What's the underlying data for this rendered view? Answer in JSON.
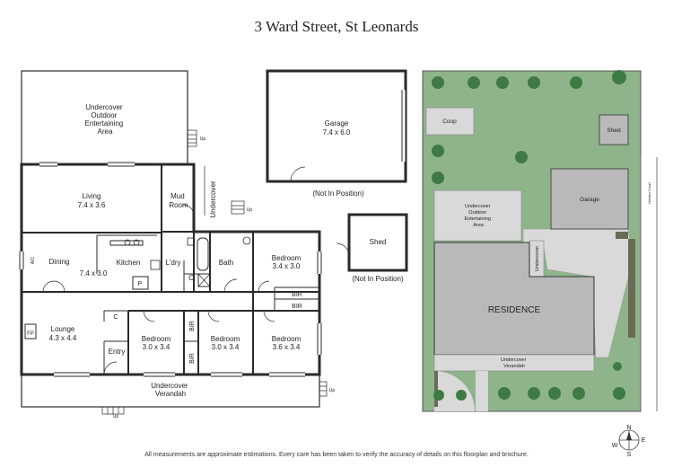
{
  "title": "3 Ward Street, St Leonards",
  "footer": "All measurements are approximate estimations. Every care has been taken to verify the accuracy of details on this floorplan and brochure.",
  "floorplan": {
    "outdoor": [
      "Undercover",
      "Outdoor",
      "Entertaining",
      "Area"
    ],
    "living": {
      "name": "Living",
      "size": "7.4 x 3.6"
    },
    "mud_room": [
      "Mud",
      "Room"
    ],
    "undercover_side": "Undercover",
    "dining": "Dining",
    "dining_size": "7.4 x 3.0",
    "kitchen": "Kitchen",
    "ac": "A/C",
    "pantry": "P",
    "laundry": "L'dry",
    "cupboard": "C",
    "bath": "Bath",
    "bedroom1": {
      "name": "Bedroom",
      "size": "3.4 x 3.0"
    },
    "bir": "BIR",
    "lounge": {
      "name": "Lounge",
      "size": "4.3 x 4.4"
    },
    "fireplace": "FP",
    "entry": "Entry",
    "bedroom2": {
      "name": "Bedroom",
      "size": "3.0 x 3.4"
    },
    "bedroom3": {
      "name": "Bedroom",
      "size": "3.0 x 3.4"
    },
    "bedroom4": {
      "name": "Bedroom",
      "size": "3.6 x 3.4"
    },
    "verandah": [
      "Undercover",
      "Verandah"
    ],
    "up": "Up"
  },
  "garage": {
    "name": "Garage",
    "size": "7.4 x 6.0",
    "note": "(Not In Position)"
  },
  "shed": {
    "name": "Shed",
    "note": "(Not In Position)"
  },
  "siteplan": {
    "coop": "Coop",
    "shed": "Shed",
    "garage": "Garage",
    "outdoor": [
      "Undercover",
      "Outdoor",
      "Entertaining",
      "Area"
    ],
    "undercover": "Undercover",
    "residence": "RESIDENCE",
    "verandah": [
      "Undercover",
      "Verandah"
    ],
    "road": "Holden Court"
  },
  "compass": {
    "n": "N",
    "e": "E",
    "s": "S",
    "w": "W"
  },
  "colors": {
    "wall": "#2a2a2a",
    "grass": "#8fb48c",
    "building": "#b9b9b9",
    "paving": "#d9d9d9",
    "tree": "#3f7a45"
  }
}
